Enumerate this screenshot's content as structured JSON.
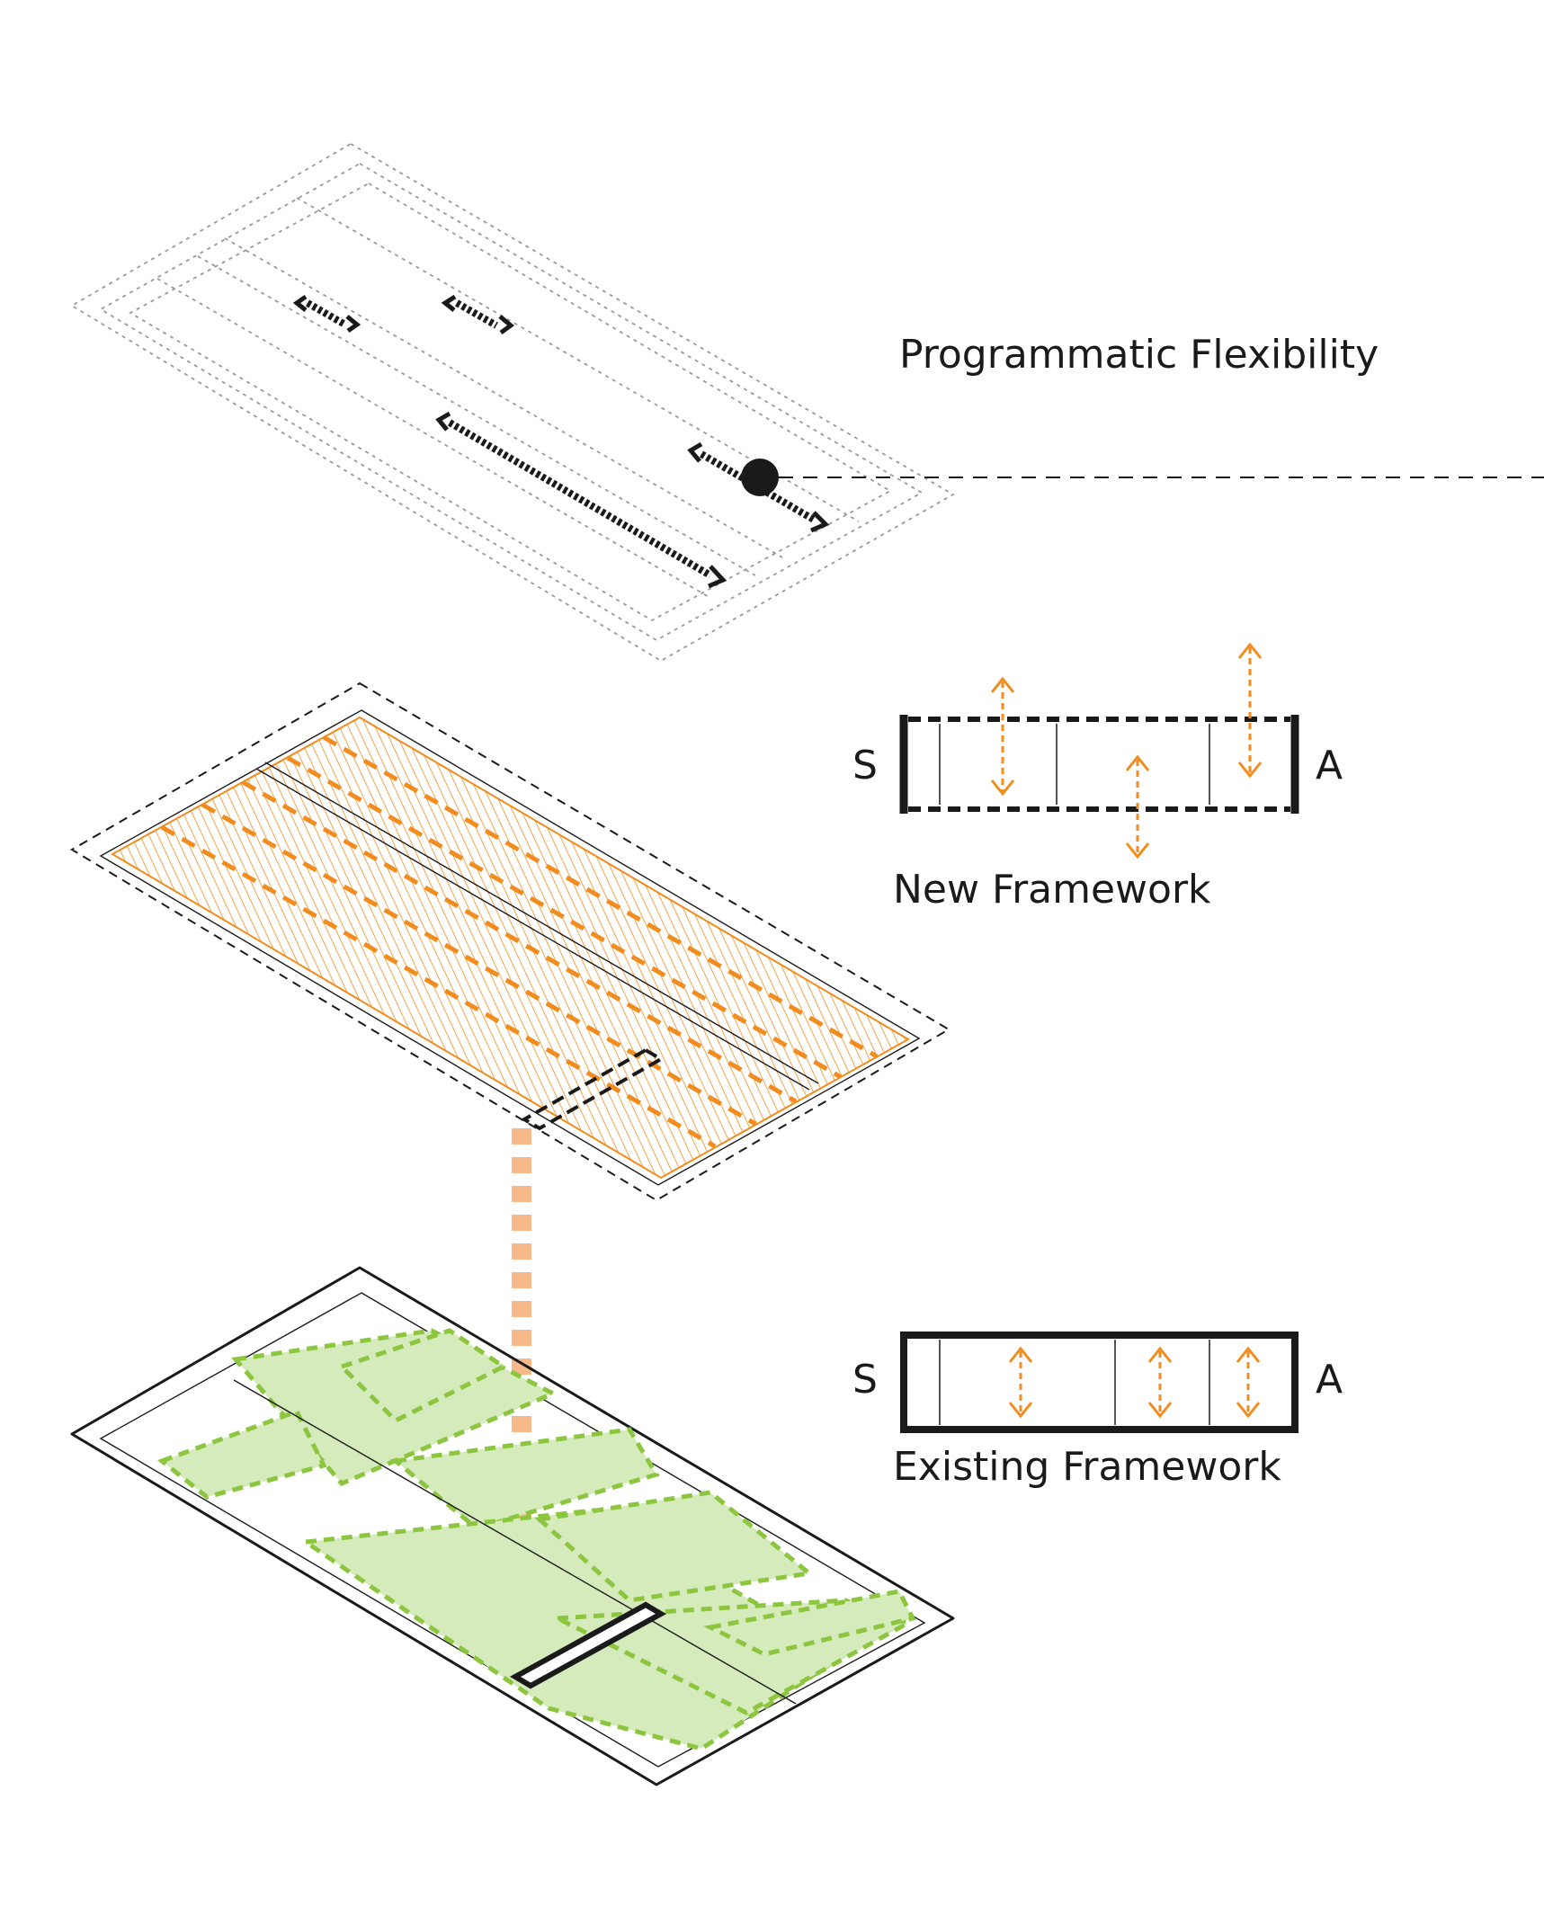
{
  "labels": {
    "programmatic": "Programmatic Flexibility",
    "new_framework": "New Framework",
    "existing_framework": "Existing Framework",
    "new_left": "S",
    "new_right": "A",
    "existing_left": "S",
    "existing_right": "A"
  },
  "colors": {
    "orange": "#f28c1e",
    "orange_light": "#f7b98a",
    "green": "#8cc63f",
    "green_fill": "#d5ebbb",
    "black": "#1a1a1a",
    "grey": "#9a9a9a"
  },
  "icons": [
    "double-arrow-icon",
    "dot-marker-icon",
    "down-arrow-icon"
  ]
}
